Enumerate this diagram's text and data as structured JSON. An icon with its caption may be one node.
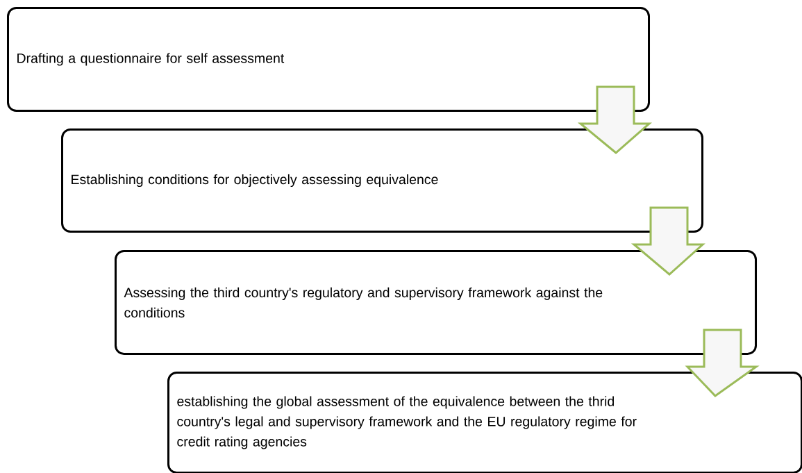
{
  "diagram": {
    "nodes": [
      {
        "text": [
          "Drafting a questionnaire for self assessment"
        ]
      },
      {
        "text": [
          "Establishing conditions for objectively assessing equivalence"
        ]
      },
      {
        "text": [
          "Assessing the third country's regulatory and supervisory framework against the conditions"
        ]
      },
      {
        "text": [
          "establishing the global assessment of the equivalence between the thrid country's legal and supervisory framework and the EU regulatory regime for credit rating agencies"
        ]
      }
    ],
    "edges": [
      {
        "from": 0,
        "to": 1,
        "arrow": "to"
      },
      {
        "from": 1,
        "to": 2,
        "arrow": "to"
      },
      {
        "from": 2,
        "to": 3,
        "arrow": "to"
      }
    ]
  }
}
